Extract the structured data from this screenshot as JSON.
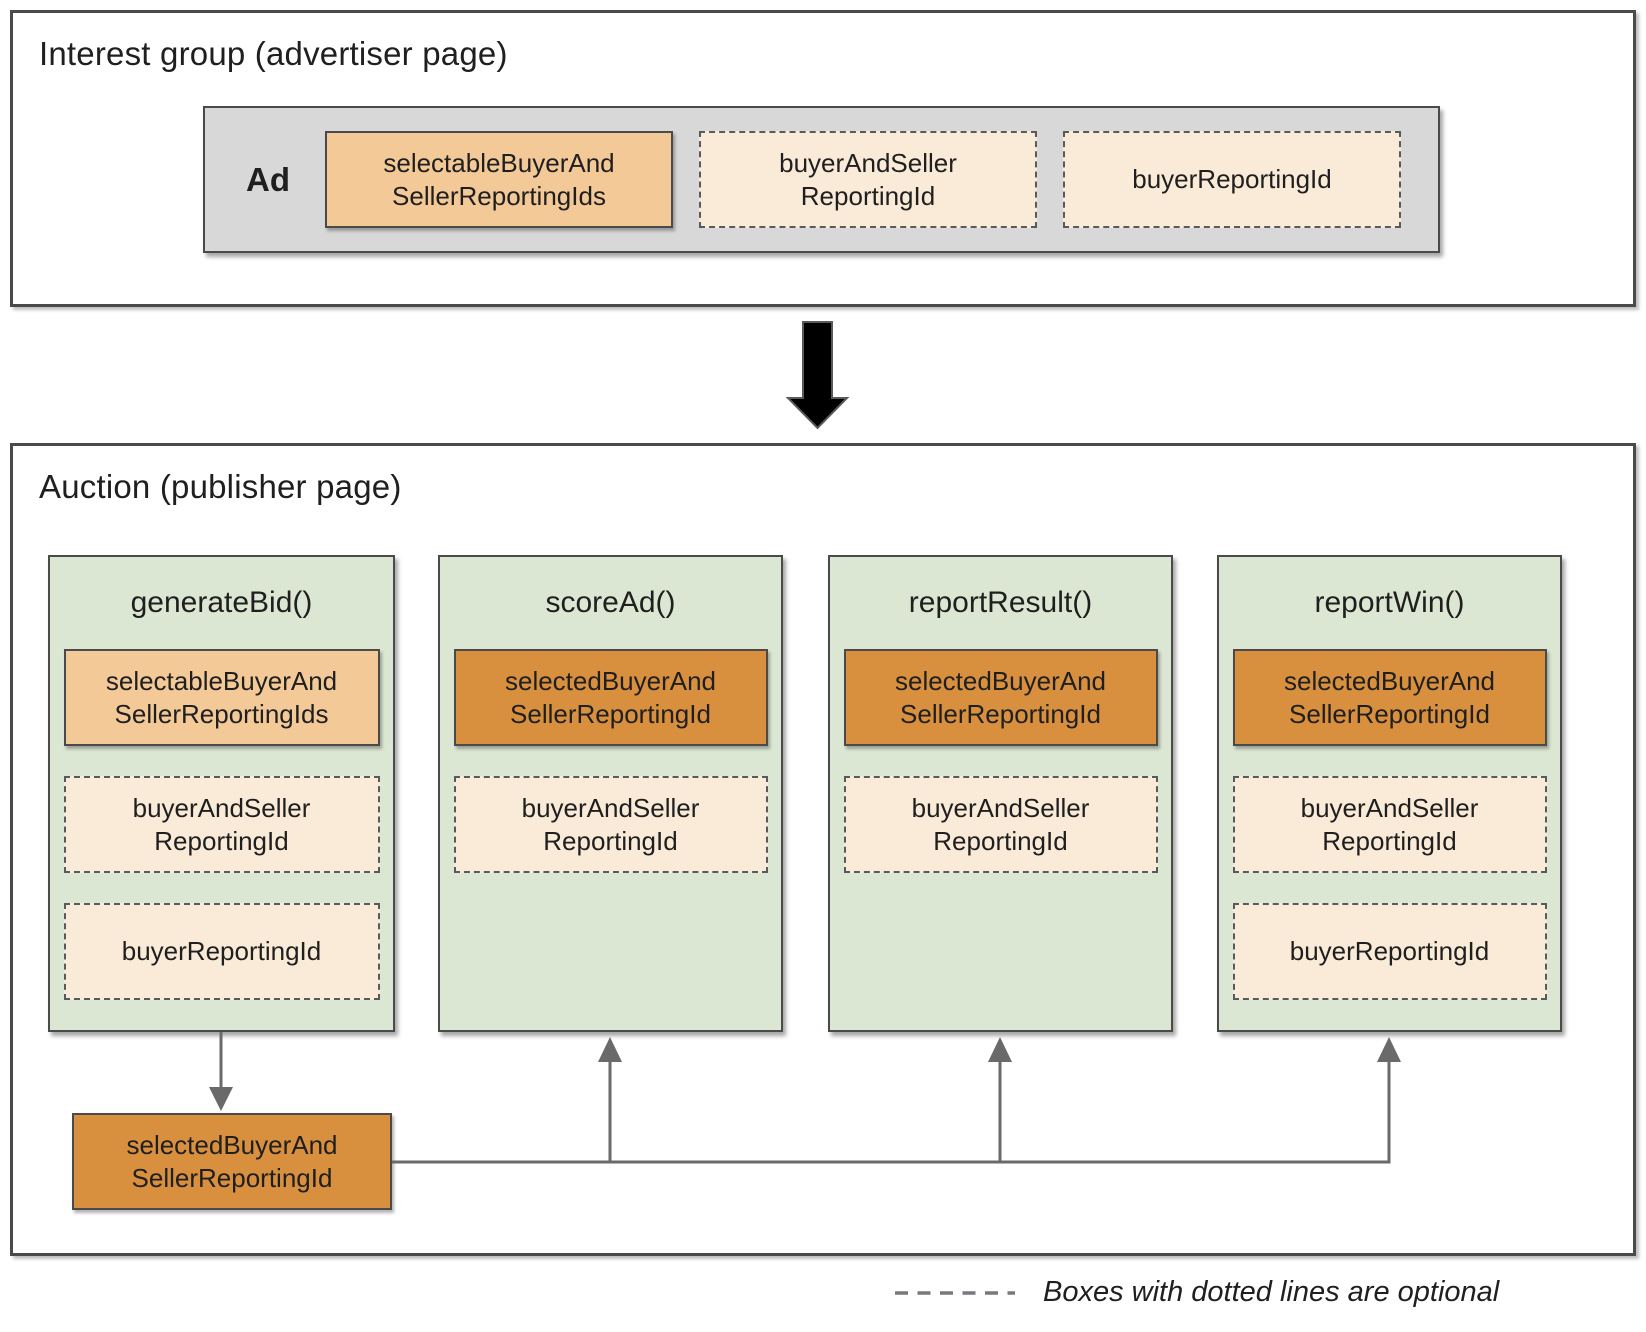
{
  "interest_group": {
    "title": "Interest group (advertiser page)",
    "ad_label": "Ad",
    "boxes": [
      {
        "label": "selectableBuyerAnd\nSellerReportingIds",
        "optional": false
      },
      {
        "label": "buyerAndSeller\nReportingId",
        "optional": true
      },
      {
        "label": "buyerReportingId",
        "optional": true
      }
    ]
  },
  "auction": {
    "title": "Auction (publisher page)",
    "columns": [
      {
        "title": "generateBid()",
        "boxes": [
          {
            "label": "selectableBuyerAnd\nSellerReportingIds",
            "variant": "light",
            "optional": false
          },
          {
            "label": "buyerAndSeller\nReportingId",
            "variant": "cream",
            "optional": true
          },
          {
            "label": "buyerReportingId",
            "variant": "cream",
            "optional": true
          }
        ]
      },
      {
        "title": "scoreAd()",
        "boxes": [
          {
            "label": "selectedBuyerAnd\nSellerReportingId",
            "variant": "dark",
            "optional": false
          },
          {
            "label": "buyerAndSeller\nReportingId",
            "variant": "cream",
            "optional": true
          }
        ]
      },
      {
        "title": "reportResult()",
        "boxes": [
          {
            "label": "selectedBuyerAnd\nSellerReportingId",
            "variant": "dark",
            "optional": false
          },
          {
            "label": "buyerAndSeller\nReportingId",
            "variant": "cream",
            "optional": true
          }
        ]
      },
      {
        "title": "reportWin()",
        "boxes": [
          {
            "label": "selectedBuyerAnd\nSellerReportingId",
            "variant": "dark",
            "optional": false
          },
          {
            "label": "buyerAndSeller\nReportingId",
            "variant": "cream",
            "optional": true
          },
          {
            "label": "buyerReportingId",
            "variant": "cream",
            "optional": true
          }
        ]
      }
    ],
    "result_box": {
      "label": "selectedBuyerAnd\nSellerReportingId"
    }
  },
  "legend": {
    "text": "Boxes with dotted lines are optional"
  },
  "colors": {
    "light_orange": "#f4c998",
    "dark_orange": "#d8903e",
    "cream": "#faebd8",
    "green": "#dce7d3",
    "gray": "#d8d8d8",
    "border": "#4a4a4a",
    "connector": "#6a6a6a"
  }
}
